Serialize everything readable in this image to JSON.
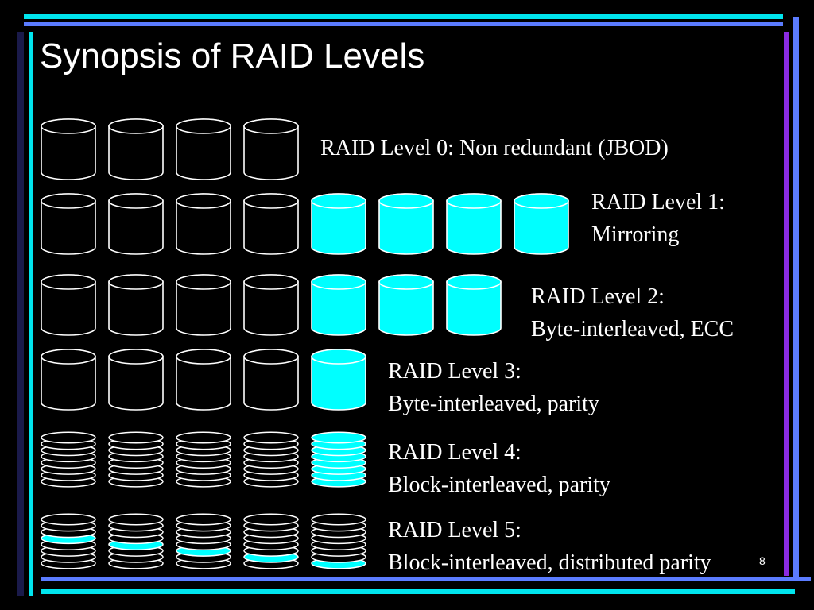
{
  "slide": {
    "title": "Synopsis of RAID Levels",
    "slide_number": "8"
  },
  "colors": {
    "background": "#000000",
    "disk_outline": "#ffffff",
    "redundant_fill": "#00ffff",
    "frame_cyan": "#00e5ee",
    "frame_blue": "#5b7cff",
    "frame_purple": "#8a2be2"
  },
  "levels": [
    {
      "label_lines": [
        "RAID Level 0: Non redundant (JBOD)"
      ],
      "data_disks": 4,
      "redundant_disks": 0,
      "disk_style": "plain"
    },
    {
      "label_lines": [
        "RAID Level 1:",
        "Mirroring"
      ],
      "data_disks": 4,
      "redundant_disks": 4,
      "disk_style": "plain"
    },
    {
      "label_lines": [
        "RAID Level 2:",
        "Byte-interleaved, ECC"
      ],
      "data_disks": 4,
      "redundant_disks": 3,
      "disk_style": "plain"
    },
    {
      "label_lines": [
        "RAID Level 3:",
        "Byte-interleaved, parity"
      ],
      "data_disks": 4,
      "redundant_disks": 1,
      "disk_style": "plain"
    },
    {
      "label_lines": [
        "RAID Level 4:",
        "Block-interleaved, parity"
      ],
      "data_disks": 4,
      "redundant_disks": 1,
      "disk_style": "striped",
      "parity_disk": 4
    },
    {
      "label_lines": [
        "RAID Level 5:",
        "Block-interleaved, distributed parity"
      ],
      "data_disks": 5,
      "redundant_disks": 0,
      "disk_style": "striped",
      "parity_stripe_by_disk": [
        5,
        4,
        3,
        2,
        1
      ]
    }
  ]
}
